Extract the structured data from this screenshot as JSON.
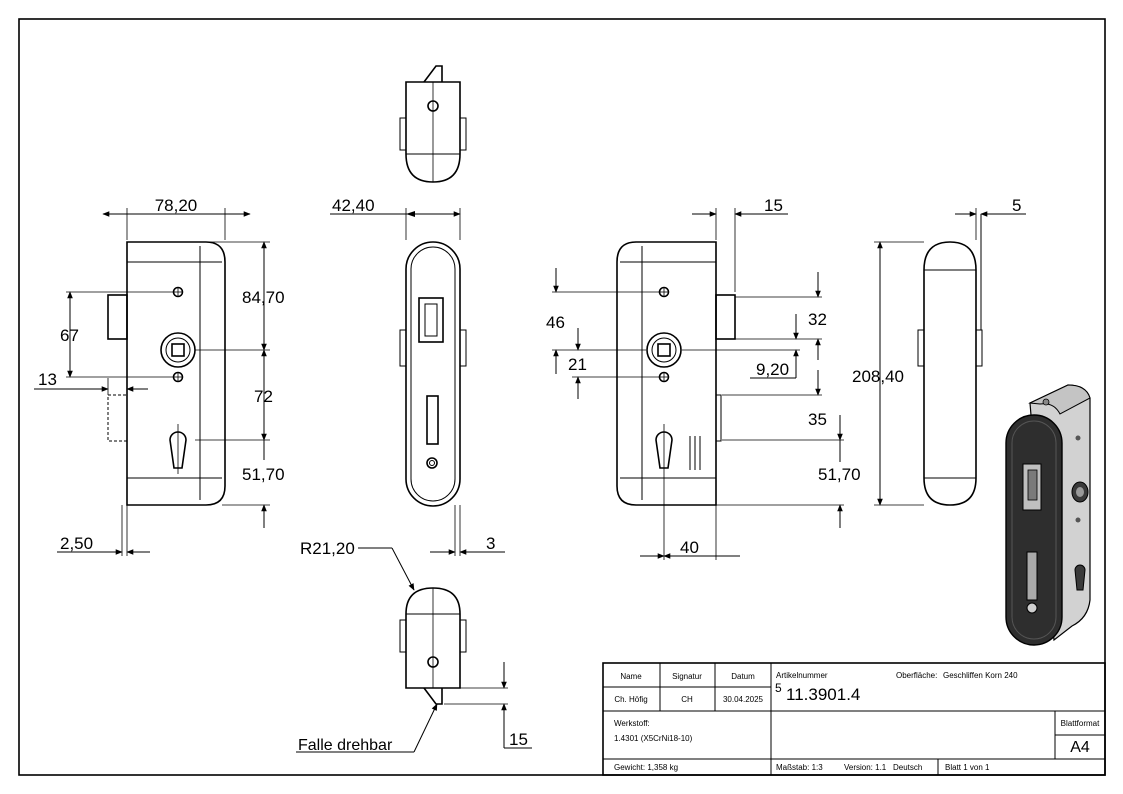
{
  "dimensions": {
    "front_width": "78,20",
    "side_width": "42,40",
    "top_to_spindle": "84,70",
    "spindle_to_cylinder": "72",
    "cylinder_to_bottom": "51,70",
    "screw_span": "67",
    "offset_13": "13",
    "offset_2_50": "2,50",
    "radius": "R21,20",
    "faceplate_thick": "3",
    "rear_15": "15",
    "rear_46": "46",
    "rear_21": "21",
    "rear_32": "32",
    "rear_9_20": "9,20",
    "rear_35": "35",
    "rear_51_70": "51,70",
    "rear_40": "40",
    "overall_height": "208,40",
    "faceplate_5": "5",
    "latch_15": "15"
  },
  "callout": "Falle drehbar",
  "title_block": {
    "name_header": "Name",
    "signature_header": "Signatur",
    "date_header": "Datum",
    "name_value": "Ch. Höfig",
    "signature_value": "CH",
    "date_value": "30.04.2025",
    "article_label": "Artikelnummer",
    "surface_label": "Oberfläche:",
    "surface_value": "Geschliffen Korn 240",
    "article_prefix": "5",
    "article_number": "11.3901.4",
    "material_label": "Werkstoff:",
    "material_value": "1.4301 (X5CrNi18-10)",
    "sheet_format_label": "Blattformat",
    "sheet_format_value": "A4",
    "weight": "Gewicht: 1,358 kg",
    "scale": "Maßstab: 1:3",
    "version": "Version: 1.1",
    "language": "Deutsch",
    "sheet": "Blatt 1 von 1"
  }
}
